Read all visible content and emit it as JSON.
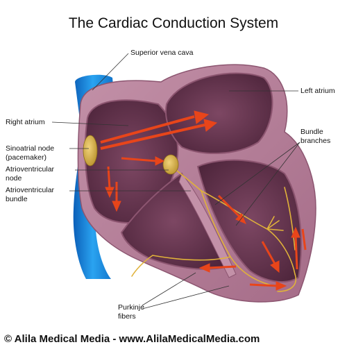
{
  "title": "The Cardiac Conduction System",
  "labels": {
    "superior_vena_cava": "Superior vena cava",
    "left_atrium": "Left atrium",
    "right_atrium": "Right atrium",
    "bundle_branches_1": "Bundle",
    "bundle_branches_2": "branches",
    "sa_node_1": "Sinoatrial node",
    "sa_node_2": "(pacemaker)",
    "av_node_1": "Atrioventricular",
    "av_node_2": "node",
    "av_bundle_1": "Atrioventricular",
    "av_bundle_2": "bundle",
    "purkinje_1": "Purkinje",
    "purkinje_2": "fibers"
  },
  "footer": "© Alila Medical Media - www.AlilaMedicalMedia.com",
  "colors": {
    "heart_wall": "#b07a93",
    "chamber": "#5e3049",
    "vena_cava": "#1f8fe0",
    "arrow": "#e8451a",
    "node": "#c9a33a",
    "fiber": "#e0b23a"
  }
}
